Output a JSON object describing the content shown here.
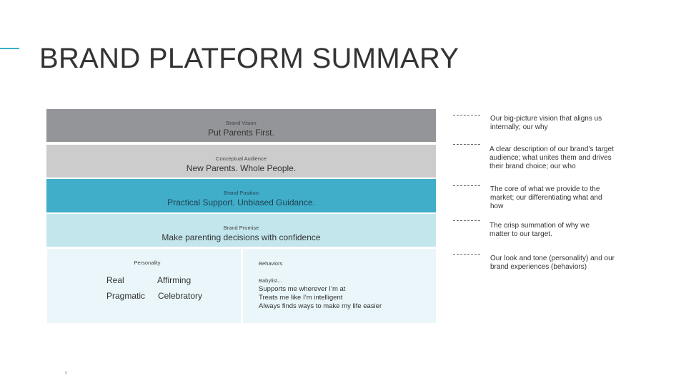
{
  "slide": {
    "title": "BRAND PLATFORM SUMMARY",
    "accent_color": "#3aadc8",
    "page_number": "9"
  },
  "platform": {
    "bands": [
      {
        "label": "Brand Vision",
        "statement": "Put Parents First.",
        "color": "#939598"
      },
      {
        "label": "Conceptual Audience",
        "statement": "New Parents. Whole People.",
        "color": "#cccccc"
      },
      {
        "label": "Brand Position",
        "statement": "Practical Support. Unbiased Guidance.",
        "color": "#40aec9"
      },
      {
        "label": "Brand Promise",
        "statement": "Make parenting decisions with confidence",
        "color": "#c3e6ed"
      }
    ],
    "personality": {
      "label": "Personality",
      "traits": [
        "Real",
        "Affirming",
        "Pragmatic",
        "Celebratory"
      ]
    },
    "behaviors": {
      "label": "Behaviors",
      "intro": "Babylist...",
      "items": [
        "Supports me wherever I’m at",
        "Treats me like I’m intelligent",
        "Always finds ways to make my life easier"
      ]
    }
  },
  "descriptions": [
    "Our big-picture vision that aligns us internally; our why",
    "A clear description of our brand’s target audience; what unites them and drives their brand choice; our who",
    "The core of what we provide to the market; our differentiating what and how",
    "The crisp summation of why we matter to our target.",
    "Our look and tone (personality) and our brand experiences (behaviors)"
  ]
}
